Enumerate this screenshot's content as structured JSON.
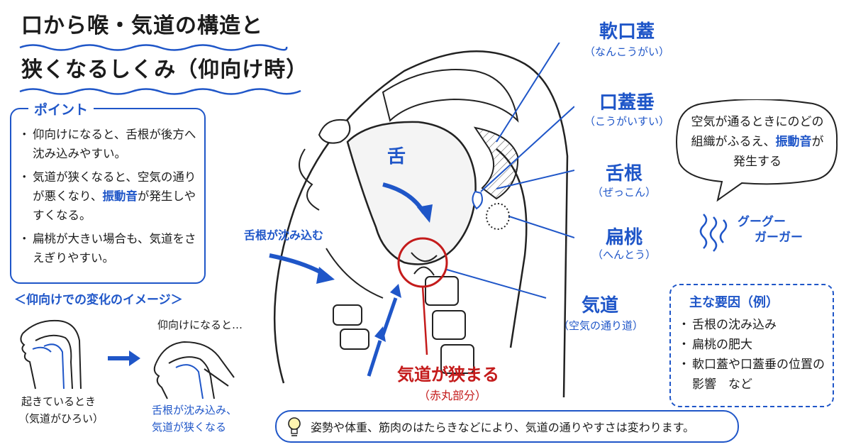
{
  "title": {
    "line1": "口から喉・気道の構造と",
    "line2": "狭くなるしくみ（仰向け時）"
  },
  "points": {
    "header": "ポイント",
    "items": [
      {
        "pre": "仰向けになると、舌根が後方へ沈み込みやすい。",
        "hl": "",
        "post": ""
      },
      {
        "pre": "気道が狭くなると、空気の通りが悪くなり、",
        "hl": "振動音",
        "post": "が発生しやすくなる。"
      },
      {
        "pre": "扁桃が大きい場合も、気道をさえぎりやすい。",
        "hl": "",
        "post": ""
      }
    ]
  },
  "comparison": {
    "header": "＜仰向けでの変化のイメージ＞",
    "lying_caption": "仰向けになると…",
    "awake_line1": "起きているとき",
    "awake_line2": "（気道がひろい）",
    "result_line1": "舌根が沈み込み、",
    "result_line2": "気道が狭くなる"
  },
  "diagram": {
    "tongue": "舌",
    "sinking": "舌根が沈み込む",
    "narrow_title": "気道が狭まる",
    "narrow_sub": "（赤丸部分）"
  },
  "labels": {
    "soft_palate": {
      "main": "軟口蓋",
      "reading": "（なんこうがい）"
    },
    "uvula": {
      "main": "口蓋垂",
      "reading": "（こうがいすい）"
    },
    "tongue_root": {
      "main": "舌根",
      "reading": "（ぜっこん）"
    },
    "tonsil": {
      "main": "扁桃",
      "reading": "（へんとう）"
    },
    "airway": {
      "main": "気道",
      "reading": "（空気の通り道）"
    }
  },
  "bubble": {
    "pre": "空気が通るときにのどの組織がふるえ、",
    "hl": "振動音",
    "post": "が発生する"
  },
  "snore": {
    "line1": "グーグー",
    "line2": "ガーガー"
  },
  "factors": {
    "header": "主な要因（例）",
    "items": [
      "舌根の沈み込み",
      "扁桃の肥大",
      "軟口蓋や口蓋垂の位置の影響　など"
    ]
  },
  "footer": "姿勢や体重、筋肉のはたらきなどにより、気道の通りやすさは変わります。",
  "colors": {
    "accent": "#1f56c8",
    "alert": "#c41b1b",
    "ink": "#1b1b1b"
  }
}
